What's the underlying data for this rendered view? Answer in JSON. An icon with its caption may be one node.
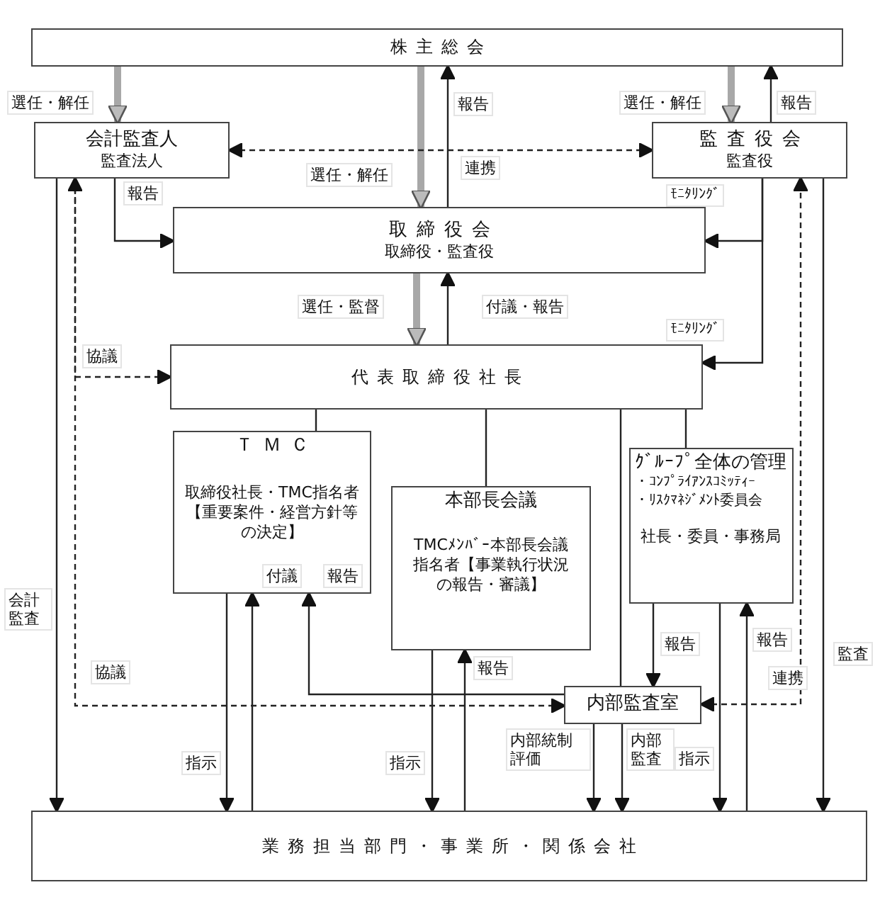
{
  "diagram": {
    "nodes": [
      {
        "text": [
          "株主総会"
        ]
      },
      {
        "text": [
          "会計監査人",
          "監査法人"
        ]
      },
      {
        "text": [
          "監査役会",
          "監査役"
        ]
      },
      {
        "text": [
          "取締役会",
          "取締役・監査役"
        ]
      },
      {
        "text": [
          "代表取締役社長"
        ]
      },
      {
        "text": [
          "ＴＭＣ",
          "取締役社長・TMC指名者【重要案件・経営方針等の決定】"
        ]
      },
      {
        "text": [
          "本部長会議",
          "TMCﾒﾝﾊﾞｰ本部長会議指名者【事業執行状況の報告・審議】"
        ]
      },
      {
        "text": [
          "ｸﾞﾙｰﾌﾟ全体の管理",
          "・ｺﾝﾌﾟﾗｲｱﾝｽｺﾐｯﾃｨｰ",
          "・ﾘｽｸﾏﾈｼﾞﾒﾝﾄ委員会",
          "社長・委員・事務局"
        ]
      },
      {
        "text": [
          "内部監査室"
        ]
      },
      {
        "text": [
          "業務担当部門・事業所・関係会社"
        ]
      }
    ],
    "edges": [
      {
        "from": 0,
        "to": 1,
        "arrow": "to",
        "style": "thick",
        "color": "#a8a8a8",
        "label": "選任・解任"
      },
      {
        "from": 0,
        "to": 3,
        "arrow": "to",
        "style": "thick",
        "color": "#a8a8a8",
        "label": "選任・解任"
      },
      {
        "from": 3,
        "to": 0,
        "arrow": "to",
        "label": "報告"
      },
      {
        "from": 0,
        "to": 2,
        "arrow": "to",
        "style": "thick",
        "color": "#a8a8a8",
        "label": "選任・解任"
      },
      {
        "from": 2,
        "to": 0,
        "arrow": "to",
        "label": "報告"
      },
      {
        "from": 1,
        "to": 2,
        "arrow": "both",
        "style": "dashed",
        "label": "連携"
      },
      {
        "from": 1,
        "to": 3,
        "arrow": "to",
        "label": "報告"
      },
      {
        "from": 2,
        "to": 3,
        "arrow": "to",
        "label": "ﾓﾆﾀﾘﾝｸﾞ"
      },
      {
        "from": 3,
        "to": 4,
        "arrow": "to",
        "style": "thick",
        "color": "#a8a8a8",
        "label": "選任・監督"
      },
      {
        "from": 4,
        "to": 3,
        "arrow": "to",
        "label": "付議・報告"
      },
      {
        "from": 2,
        "to": 4,
        "arrow": "to",
        "label": "ﾓﾆﾀﾘﾝｸﾞ"
      },
      {
        "from": 4,
        "to": 5,
        "arrow": "none"
      },
      {
        "from": 4,
        "to": 6,
        "arrow": "none"
      },
      {
        "from": 4,
        "to": 7,
        "arrow": "none"
      },
      {
        "from": 4,
        "to": 8,
        "arrow": "none"
      },
      {
        "from": 1,
        "to": 4,
        "arrow": "to",
        "style": "dashed",
        "label": "協議"
      },
      {
        "from": 8,
        "to": 1,
        "arrow": "both",
        "style": "dashed",
        "label": "協議"
      },
      {
        "from": 8,
        "to": 2,
        "arrow": "both",
        "style": "dashed",
        "label": "連携"
      },
      {
        "from": 1,
        "to": 9,
        "arrow": "to",
        "label": "会計監査"
      },
      {
        "from": 2,
        "to": 9,
        "arrow": "to",
        "label": "監査"
      },
      {
        "from": 5,
        "to": 9,
        "arrow": "to",
        "label": "指示"
      },
      {
        "from": 9,
        "to": 5,
        "arrow": "to",
        "label": "付議"
      },
      {
        "from": 8,
        "to": 5,
        "arrow": "to",
        "label": "報告"
      },
      {
        "from": 6,
        "to": 9,
        "arrow": "to",
        "label": "指示"
      },
      {
        "from": 9,
        "to": 6,
        "arrow": "to",
        "label": "報告"
      },
      {
        "from": 7,
        "to": 8,
        "arrow": "to",
        "label": "報告"
      },
      {
        "from": 7,
        "to": 9,
        "arrow": "to",
        "label": "指示"
      },
      {
        "from": 9,
        "to": 7,
        "arrow": "to",
        "label": "報告"
      },
      {
        "from": 8,
        "to": 9,
        "arrow": "to",
        "label": "内部統制評価"
      },
      {
        "from": 8,
        "to": 9,
        "arrow": "to",
        "label": "内部監査"
      }
    ]
  }
}
